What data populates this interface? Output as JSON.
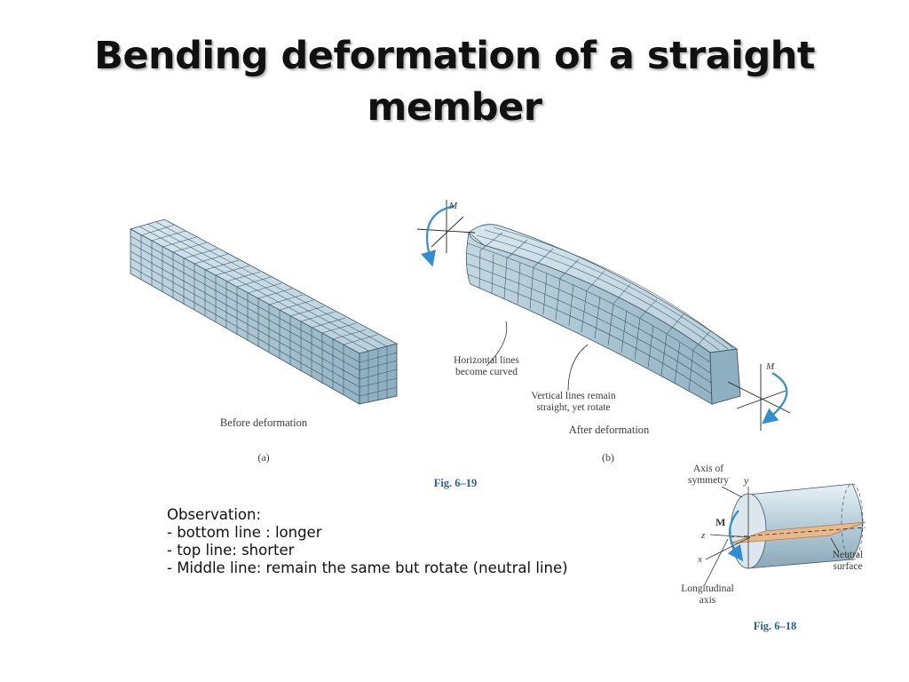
{
  "slide": {
    "title_line1": "Bending deformation of a straight",
    "title_line2": "member"
  },
  "figure_6_19": {
    "label": "Fig. 6–19",
    "part_a": {
      "caption": "Before deformation",
      "tag": "(a)"
    },
    "part_b": {
      "caption": "After deformation",
      "tag": "(b)",
      "moment_symbol": "M",
      "annotation_horizontal_line1": "Horizontal lines",
      "annotation_horizontal_line2": "become curved",
      "annotation_vertical_line1": "Vertical lines remain",
      "annotation_vertical_line2": "straight, yet rotate"
    }
  },
  "figure_6_18": {
    "label": "Fig. 6–18",
    "axis_of_symmetry_line1": "Axis of",
    "axis_of_symmetry_line2": "symmetry",
    "y_axis": "y",
    "z_axis": "z",
    "x_axis": "x",
    "moment_symbol": "M",
    "neutral_surface_line1": "Neutral",
    "neutral_surface_line2": "surface",
    "longitudinal_axis_line1": "Longitudinal",
    "longitudinal_axis_line2": "axis"
  },
  "observation": {
    "heading": "Observation:",
    "items": [
      "- bottom line : longer",
      "- top line: shorter",
      "- Middle line: remain the same but rotate (neutral line)"
    ]
  },
  "colors": {
    "beam_side": "#a9c2cf",
    "beam_top": "#c8dbe4",
    "beam_end": "#8fb0c0",
    "grid": "#3d5866",
    "moment_arrow": "#2f8fd0",
    "neutral_surface": "#e9b98a",
    "figure_label": "#2a5f9a"
  }
}
